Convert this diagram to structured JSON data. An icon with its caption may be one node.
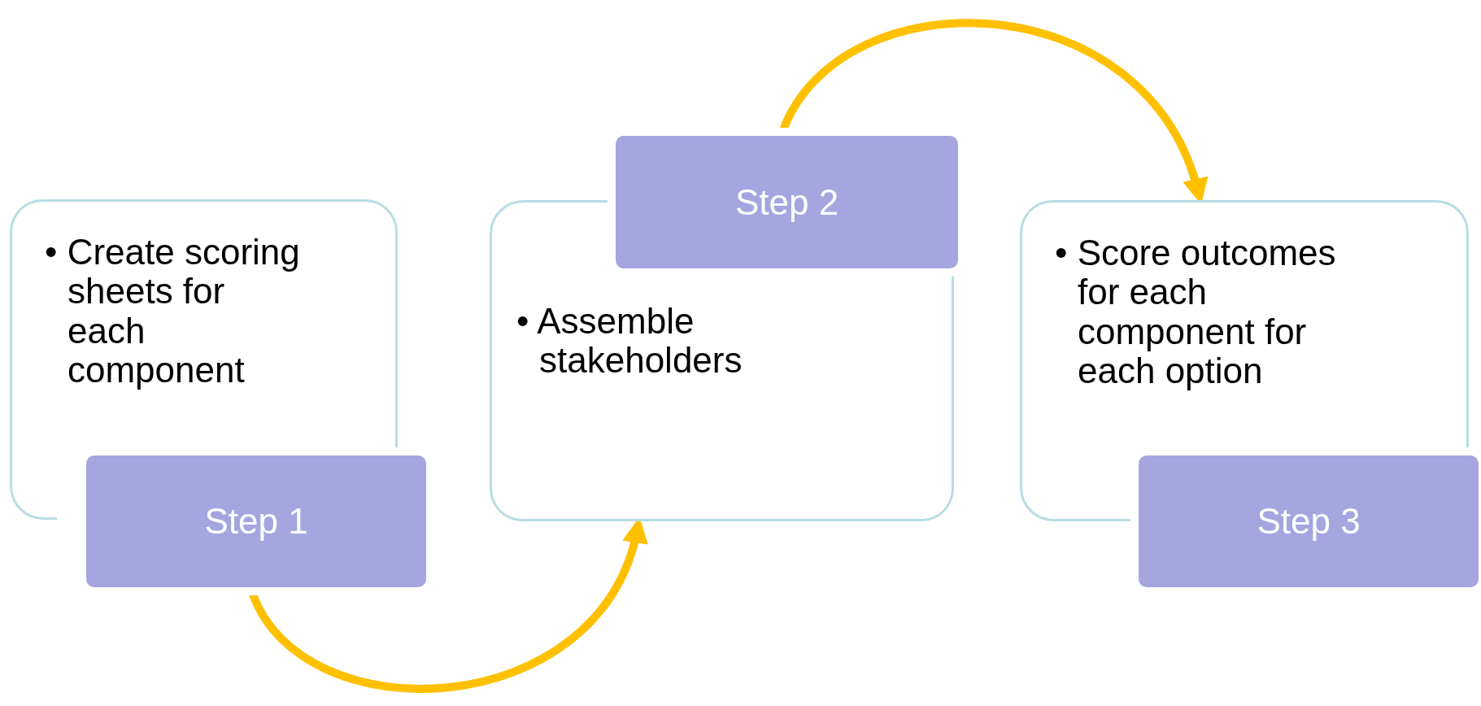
{
  "diagram": {
    "nodes": [
      {
        "text": [
          "• Create scoring sheets for each component"
        ]
      },
      {
        "text": [
          "Step 1"
        ]
      },
      {
        "text": [
          "• Assemble stakeholders"
        ]
      },
      {
        "text": [
          "Step 2"
        ]
      },
      {
        "text": [
          "• Score outcomes for each component for each option"
        ]
      },
      {
        "text": [
          "Step 3"
        ]
      }
    ],
    "edges": [
      {
        "from": 1,
        "to": 2,
        "arrow": "to"
      },
      {
        "from": 3,
        "to": 4,
        "arrow": "to"
      }
    ]
  }
}
